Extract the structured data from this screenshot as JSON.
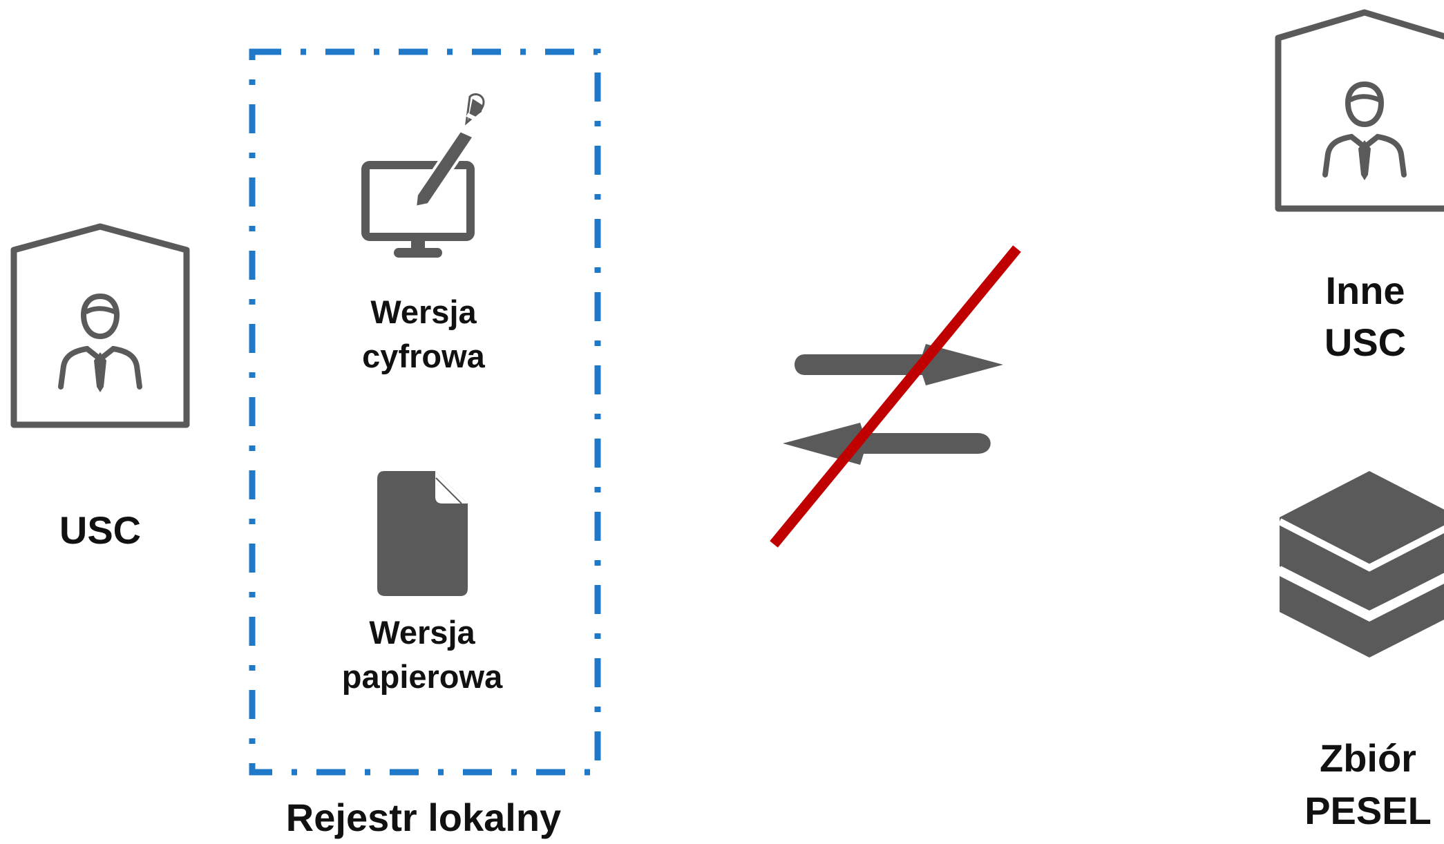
{
  "labels": {
    "usc": "USC",
    "digital_version_line1": "Wersja",
    "digital_version_line2": "cyfrowa",
    "paper_version_line1": "Wersja",
    "paper_version_line2": "papierowa",
    "local_register": "Rejestr lokalny",
    "other_usc_line1": "Inne",
    "other_usc_line2": "USC",
    "pesel_line1": "Zbiór",
    "pesel_line2": "PESEL"
  },
  "colors": {
    "icon": "#5a5a5a",
    "dashed_border": "#1f78c8",
    "strike": "#c00000",
    "text": "#111111"
  },
  "icons": {
    "usc": "office-person-icon",
    "digital": "monitor-pen-icon",
    "paper": "document-icon",
    "exchange": "exchange-arrows-icon",
    "other_usc": "office-person-icon",
    "pesel": "database-layers-icon"
  }
}
